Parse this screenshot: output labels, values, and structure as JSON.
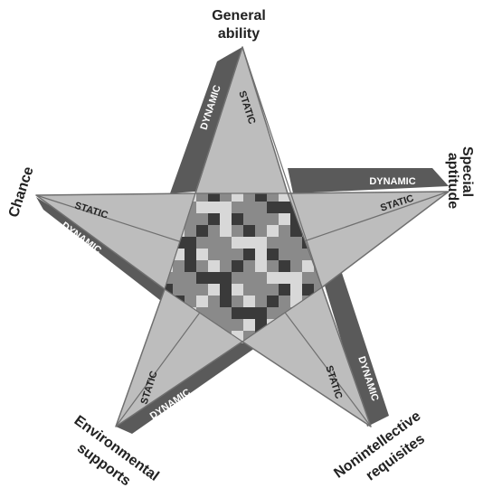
{
  "points": {
    "top": [
      "General",
      "ability"
    ],
    "right": [
      "Special",
      "aptitude"
    ],
    "bottom_right": [
      "Nonintellective",
      "requisites"
    ],
    "bottom_left": [
      "Environmental",
      "supports"
    ],
    "left": [
      "Chance"
    ]
  },
  "band_labels": {
    "dynamic": "DYNAMIC",
    "static": "STATIC"
  },
  "colors": {
    "star_fill": "#bdbdbd",
    "star_stroke": "#6f6f6f",
    "dynamic_band": "#5a5a5a",
    "dynamic_text": "#ffffff",
    "static_text": "#222222",
    "checker_dark": "#3a3a3a",
    "checker_mid": "#8a8a8a",
    "checker_light": "#d8d8d8"
  }
}
